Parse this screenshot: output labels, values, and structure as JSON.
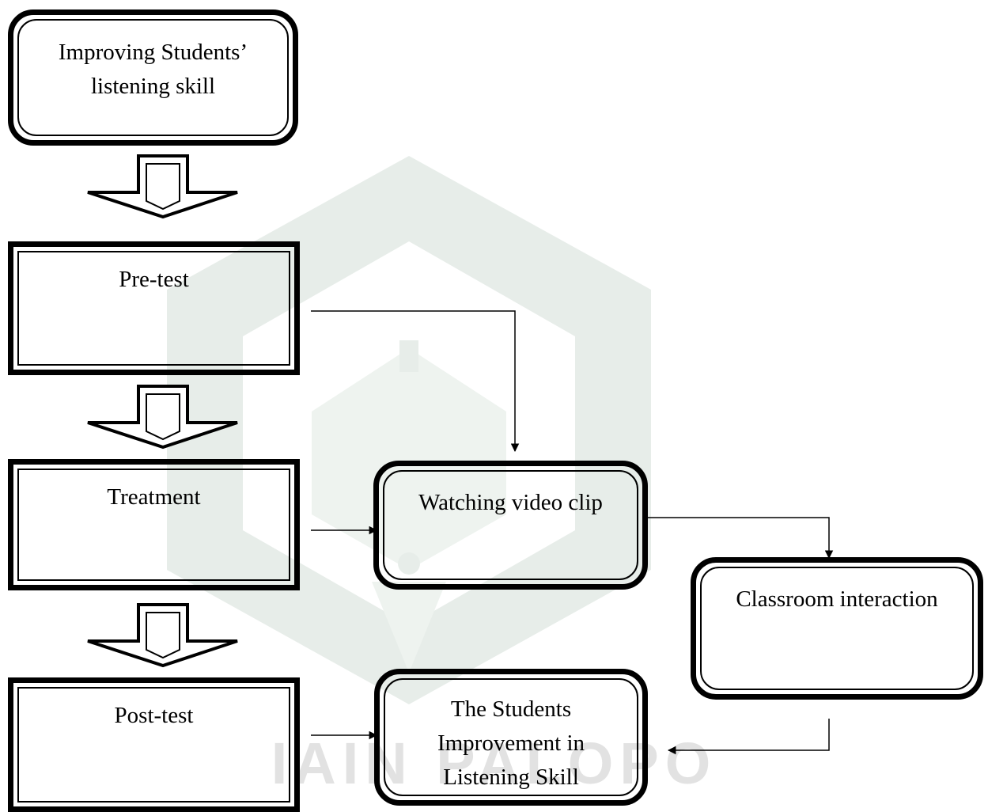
{
  "diagram": {
    "nodes": {
      "goal": "Improving Students’\nlistening skill",
      "pretest": "Pre-test",
      "treatment": "Treatment",
      "posttest": "Post-test",
      "video": "Watching video clip",
      "interaction": "Classroom interaction",
      "improvement": "The Students\nImprovement in\nListening Skill"
    },
    "watermark": {
      "text": "IAIN PALOPO"
    },
    "colors": {
      "line": "#000000",
      "watermark_green": "#e4ede7",
      "watermark_gray": "#e2e2e2"
    }
  }
}
